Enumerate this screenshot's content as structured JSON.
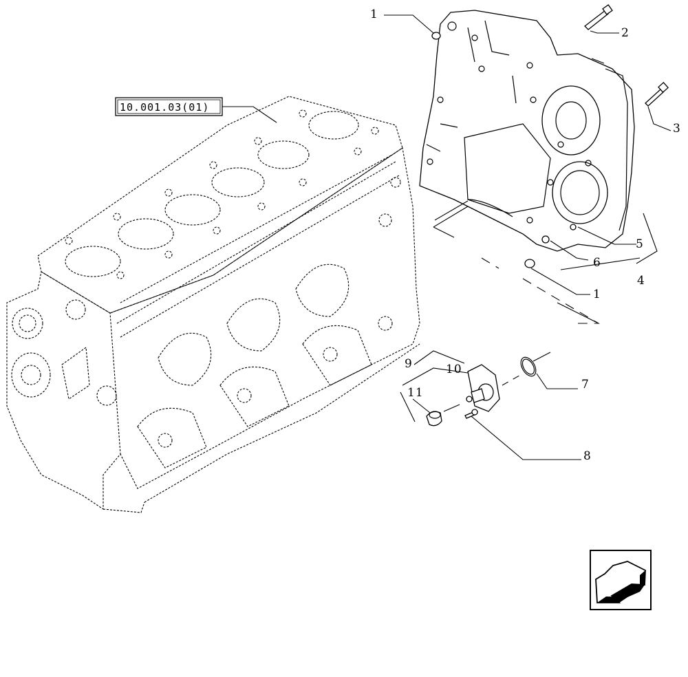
{
  "reference_box": {
    "label": "10.001.03(01)"
  },
  "callouts": {
    "c1_top": "1",
    "c2": "2",
    "c3": "3",
    "c4": "4",
    "c5": "5",
    "c6": "6",
    "c1_bottom": "1",
    "c7": "7",
    "c8": "8",
    "c9": "9",
    "c10": "10",
    "c11": "11"
  },
  "nav_icon": "back-arrow-icon"
}
